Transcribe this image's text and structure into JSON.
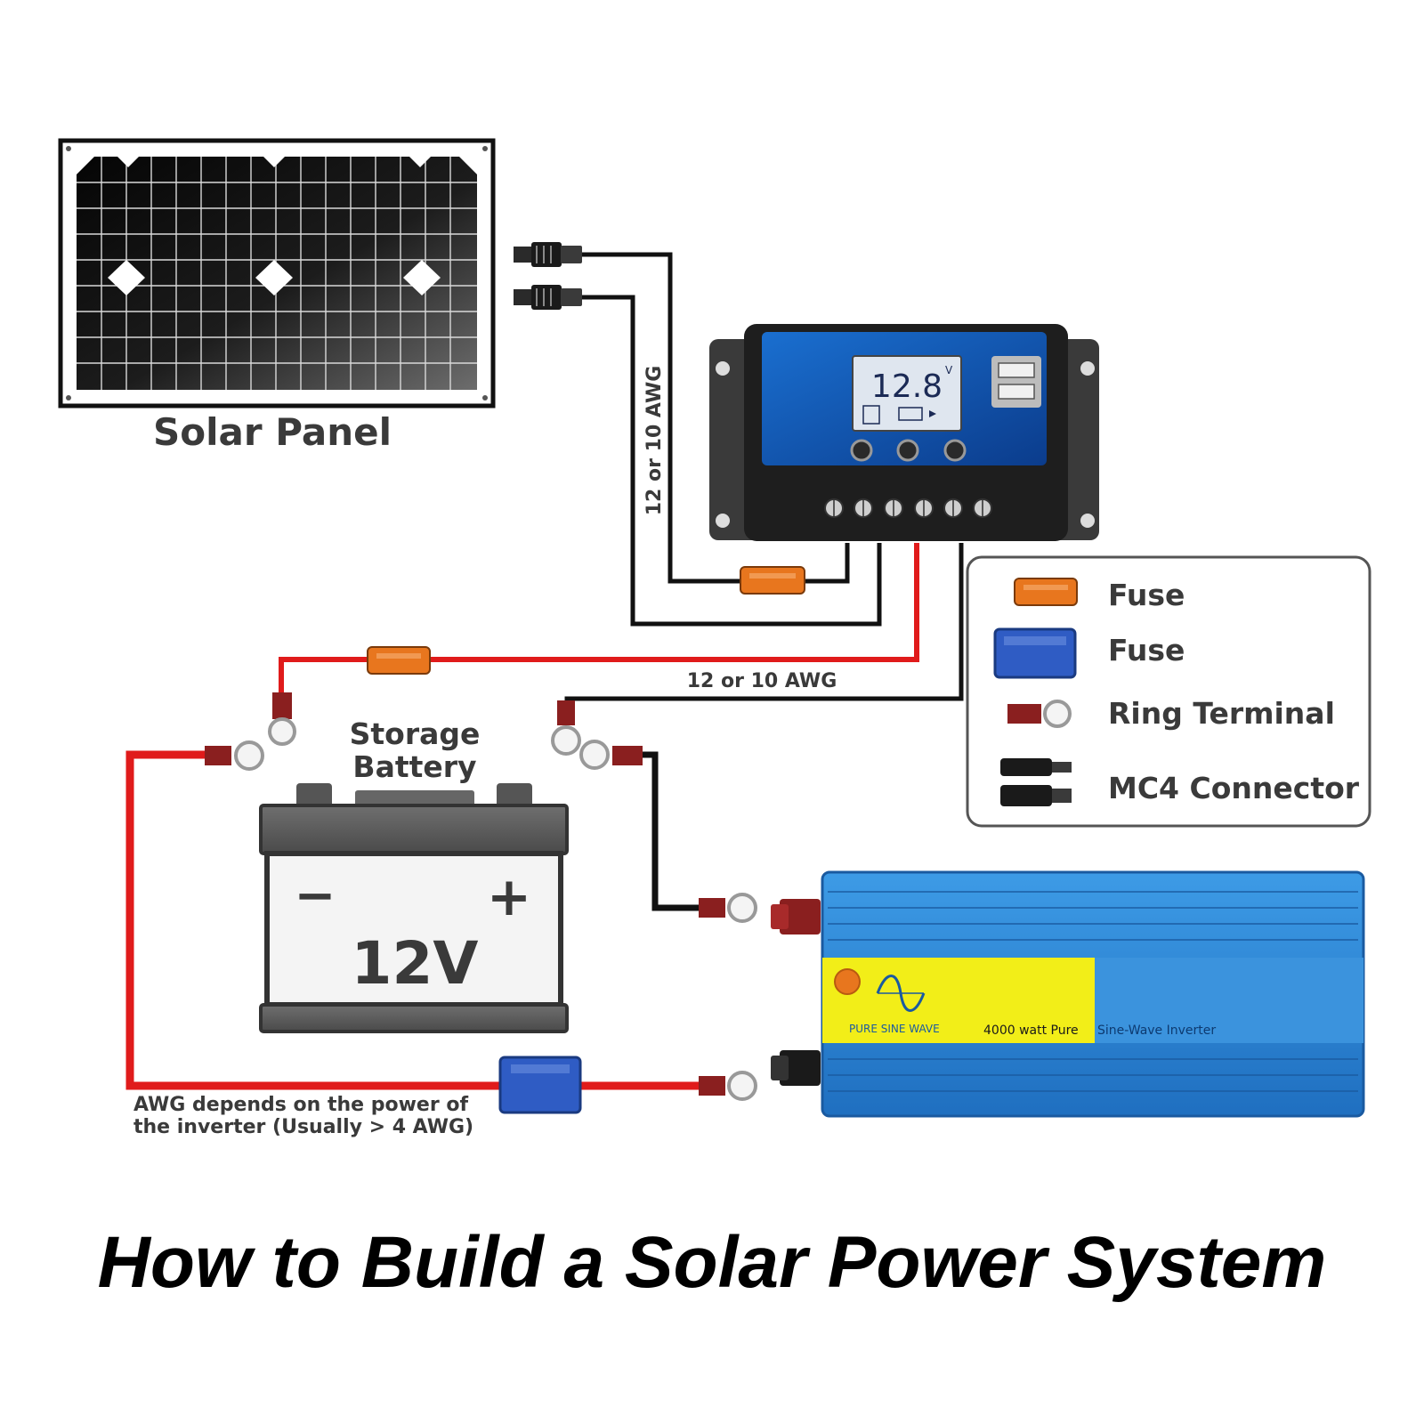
{
  "labels": {
    "solar_panel": "Solar Panel",
    "awg_vertical": "12 or 10 AWG",
    "awg_horizontal": "12 or 10 AWG",
    "storage_battery_line1": "Storage",
    "storage_battery_line2": "Battery",
    "battery_minus": "−",
    "battery_plus": "+",
    "battery_voltage": "12V",
    "awg_note_line1": "AWG depends on the power of",
    "awg_note_line2": "the inverter (Usually > 4 AWG)"
  },
  "controller": {
    "display_value": "12.8",
    "display_unit": "V"
  },
  "inverter": {
    "wave_label": "PURE SINE WAVE",
    "model_label_1": "4000 watt Pure",
    "model_label_2": "Sine-Wave Inverter"
  },
  "legend": [
    {
      "label": "Fuse",
      "icon": "orange-fuse-icon"
    },
    {
      "label": "Fuse",
      "icon": "blue-fuse-icon"
    },
    {
      "label": "Ring Terminal",
      "icon": "ring-terminal-icon"
    },
    {
      "label": "MC4 Connector",
      "icon": "mc4-connector-icon"
    }
  ],
  "title": "How to Build a Solar Power System",
  "colors": {
    "wire_black": "#111111",
    "wire_red": "#e01b1b",
    "fuse_orange": "#e8761e",
    "fuse_blue": "#2f5cc4",
    "inverter_blue": "#2f86d4",
    "inverter_label": "#f2ee18"
  }
}
